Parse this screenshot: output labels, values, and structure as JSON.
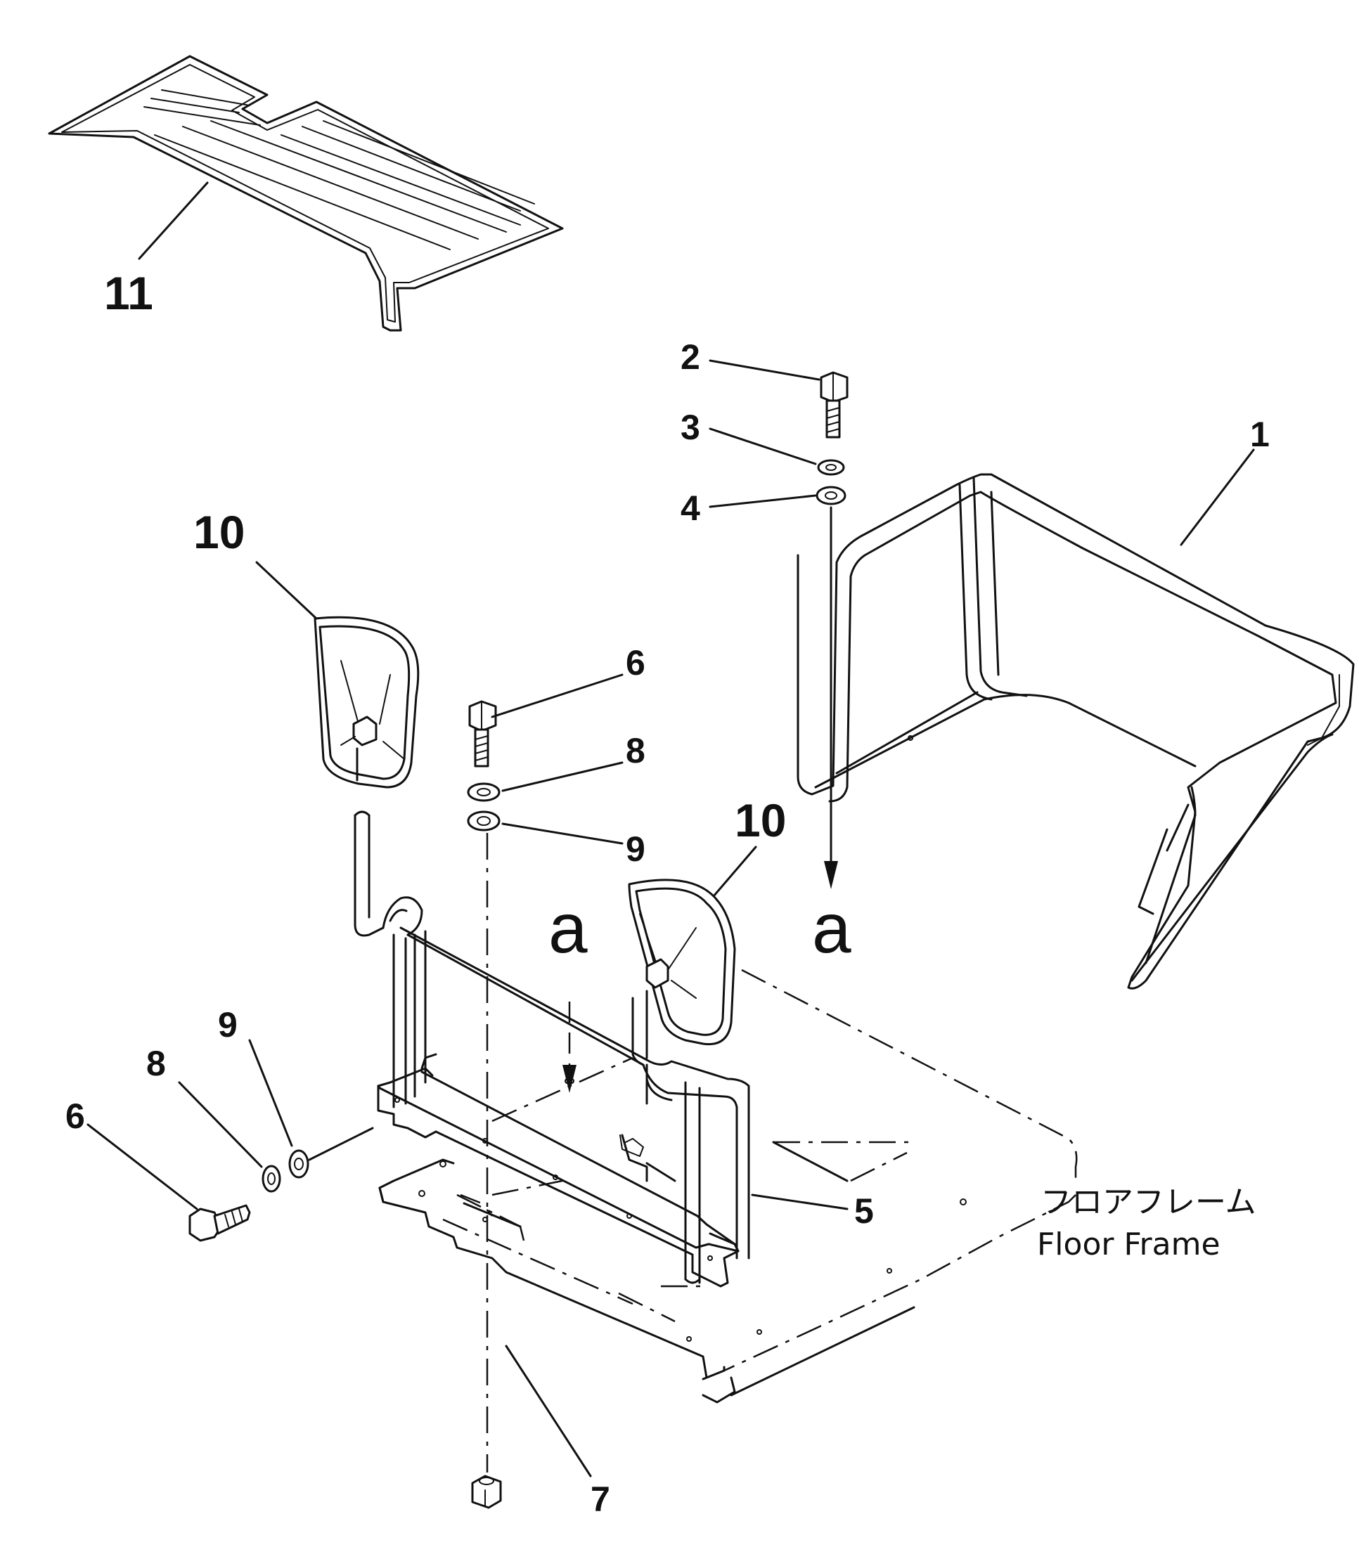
{
  "parts": [
    {
      "id": "part-1",
      "label": "1"
    },
    {
      "id": "part-2",
      "label": "2"
    },
    {
      "id": "part-3",
      "label": "3"
    },
    {
      "id": "part-4",
      "label": "4"
    },
    {
      "id": "part-5",
      "label": "5"
    },
    {
      "id": "part-6a",
      "label": "6"
    },
    {
      "id": "part-6b",
      "label": "6"
    },
    {
      "id": "part-7",
      "label": "7"
    },
    {
      "id": "part-8a",
      "label": "8"
    },
    {
      "id": "part-8b",
      "label": "8"
    },
    {
      "id": "part-9a",
      "label": "9"
    },
    {
      "id": "part-9b",
      "label": "9"
    },
    {
      "id": "part-10a",
      "label": "10"
    },
    {
      "id": "part-10b",
      "label": "10"
    },
    {
      "id": "part-11",
      "label": "11"
    }
  ],
  "references": {
    "a_left": "a",
    "a_right": "a"
  },
  "floor_frame": {
    "jp": "フロアフレーム",
    "en": "Floor Frame"
  }
}
